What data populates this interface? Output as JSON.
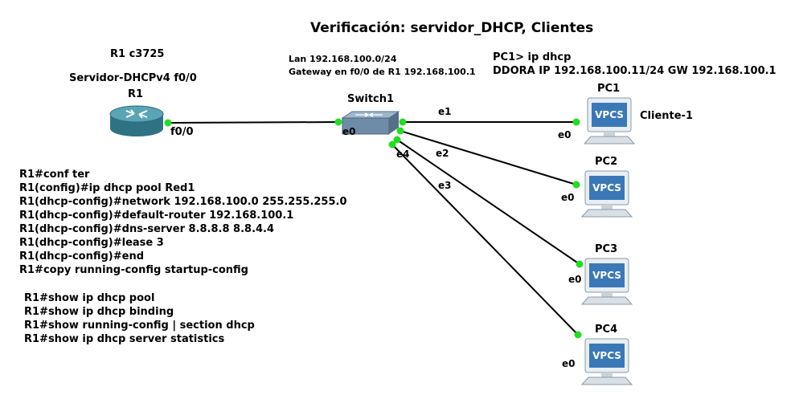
{
  "title": "Verificación: servidor_DHCP, Clientes",
  "router": {
    "model": "R1 c3725",
    "role": "Servidor-DHCPv4 f0/0",
    "name": "R1",
    "port": "f0/0"
  },
  "lan_note": {
    "line1": "Lan 192.168.100.0/24",
    "line2": "Gateway en f0/0 de R1 192.168.100.1"
  },
  "pc_note": {
    "line1": "PC1> ip dhcp",
    "line2": "DDORA IP 192.168.100.11/24 GW 192.168.100.1"
  },
  "switch": {
    "name": "Switch1",
    "ports": {
      "e0": "e0",
      "e1": "e1",
      "e2": "e2",
      "e3": "e3",
      "e4": "e4"
    }
  },
  "pcs": [
    {
      "name": "PC1",
      "port": "e0",
      "screen": "VPCS",
      "extra": "Cliente-1"
    },
    {
      "name": "PC2",
      "port": "e0",
      "screen": "VPCS"
    },
    {
      "name": "PC3",
      "port": "e0",
      "screen": "VPCS"
    },
    {
      "name": "PC4",
      "port": "e0",
      "screen": "VPCS"
    }
  ],
  "config_commands": [
    "R1#conf ter",
    "R1(config)#ip dhcp pool Red1",
    "R1(dhcp-config)#network 192.168.100.0 255.255.255.0",
    "R1(dhcp-config)#default-router 192.168.100.1",
    "R1(dhcp-config)#dns-server 8.8.8.8 8.8.4.4",
    "R1(dhcp-config)#lease 3",
    "R1(dhcp-config)#end",
    "R1#copy running-config startup-config"
  ],
  "show_commands": [
    "R1#show ip dhcp pool",
    "R1#show ip dhcp binding",
    "R1#show running-config | section dhcp",
    "R1#show ip dhcp server statistics"
  ],
  "colors": {
    "link": "#000000",
    "port_dot": "#22dd22",
    "router_body": "#3f8a9a",
    "switch_body": "#6e8ca8",
    "vpcs_screen": "#3a78b8"
  }
}
